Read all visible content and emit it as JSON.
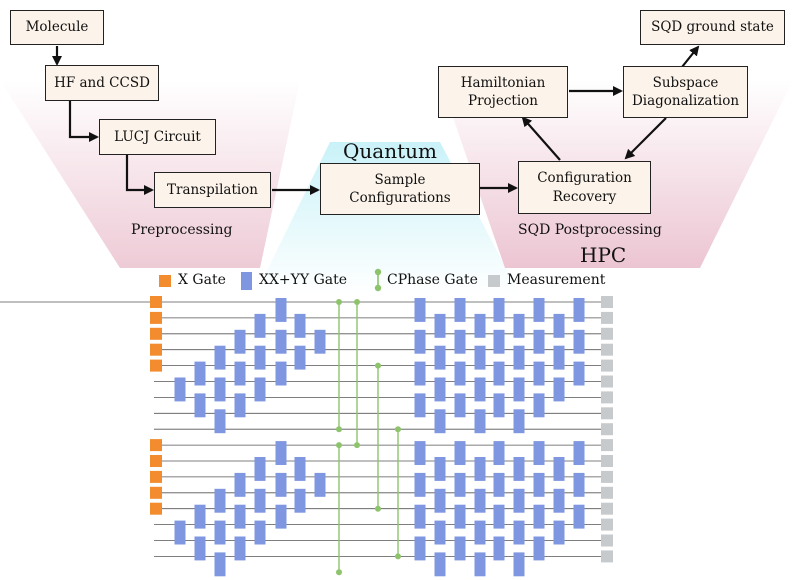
{
  "boxes": {
    "molecule": "Molecule",
    "hf": "HF and CCSD",
    "lucj": "LUCJ Circuit",
    "transpilation": "Transpilation",
    "sample": "Sample\nConfigurations",
    "config": "Configuration\nRecovery",
    "hamiltonian": "Hamiltonian\nProjection",
    "subspace": "Subspace\nDiagonalization",
    "ground": "SQD ground state"
  },
  "regions": {
    "preprocessing": "Preprocessing",
    "quantum": "Quantum",
    "postprocessing": "SQD Postprocessing",
    "hpc": "HPC"
  },
  "legend": {
    "x_gate": "X Gate",
    "xxyy_gate": "XX+YY Gate",
    "cphase_gate": "CPhase Gate",
    "measurement": "Measurement"
  },
  "colors": {
    "x_gate": "#f28c2e",
    "xxyy_gate": "#7f96e0",
    "cphase_gate": "#8dc46b",
    "measurement": "#c7cacc",
    "box_fill": "#fcf3ea",
    "preprocessing_fill": "#f3dde3",
    "quantum_fill": "#d9f4f8",
    "hpc_fill": "#f0d6df"
  }
}
